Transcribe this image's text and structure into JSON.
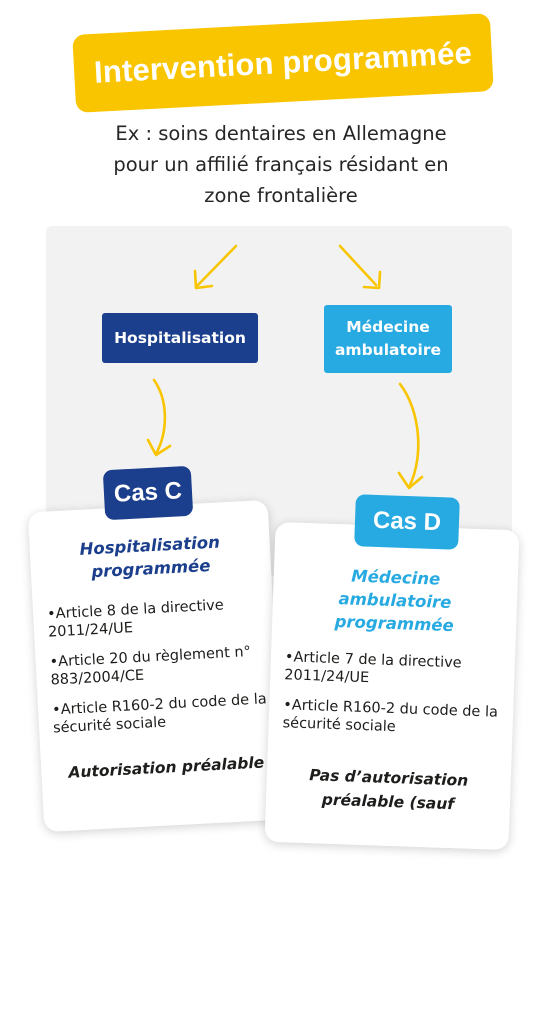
{
  "title": "Intervention programmée",
  "subtitle": [
    "Ex : soins dentaires en Allemagne",
    "pour un affilié français résidant en",
    "zone frontalière"
  ],
  "colors": {
    "yellow": "#f9c500",
    "dark_blue": "#1b3f8c",
    "light_blue": "#27aae1",
    "panel": "#f2f2f2"
  },
  "branches": {
    "hospitalisation": {
      "label": "Hospitalisation"
    },
    "ambulatoire": {
      "label_line1": "Médecine",
      "label_line2": "ambulatoire"
    }
  },
  "cards": {
    "c": {
      "badge": "Cas C",
      "title_line1": "Hospitalisation",
      "title_line2": "programmée",
      "bullets": [
        "Article 8 de la directive 2011/24/UE",
        "Article 20 du règlement n° 883/2004/CE",
        "Article R160-2 du code de la sécurité sociale"
      ],
      "footer": "Autorisation préalable"
    },
    "d": {
      "badge": "Cas D",
      "title_line1": "Médecine",
      "title_line2": "ambulatoire",
      "title_line3": "programmée",
      "bullets": [
        "Article 7 de la directive 2011/24/UE",
        "Article R160-2 du code de la sécurité sociale"
      ],
      "footer_line1": "Pas d’autorisation",
      "footer_line2": "préalable (sauf"
    }
  }
}
